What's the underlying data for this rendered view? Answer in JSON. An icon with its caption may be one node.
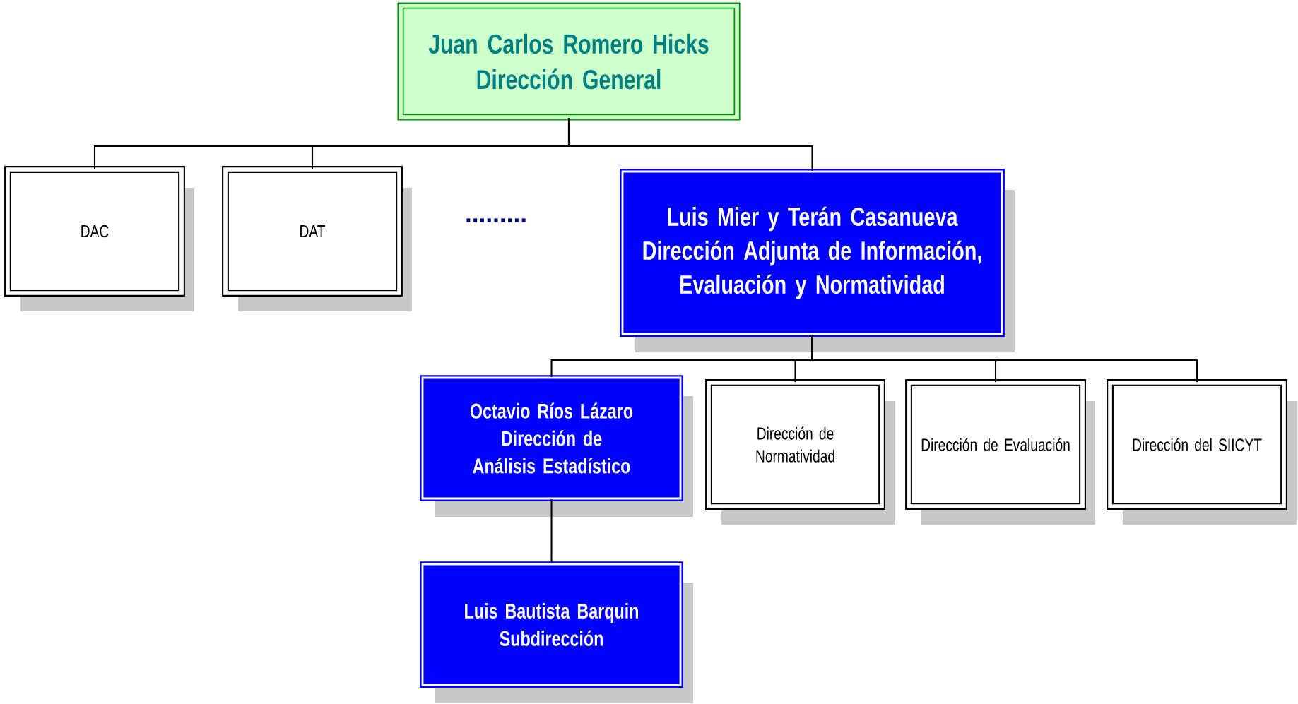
{
  "diagram": {
    "nodes": [
      {
        "text": [
          "Juan Carlos Romero Hicks",
          "Dirección General"
        ]
      },
      {
        "text": [
          "DAC"
        ]
      },
      {
        "text": [
          "DAT"
        ]
      },
      {
        "text": [
          "Luis Mier y Terán Casanueva",
          "Dirección Adjunta de Información, Evaluación y Normatividad"
        ]
      },
      {
        "text": [
          "Octavio Ríos Lázaro",
          "Dirección de Análisis Estadístico"
        ]
      },
      {
        "text": [
          "Dirección de Normatividad"
        ]
      },
      {
        "text": [
          "Dirección de Evaluación"
        ]
      },
      {
        "text": [
          "Dirección del SIICYT"
        ]
      },
      {
        "text": [
          "Luis Bautista Barquin",
          "Subdirección"
        ]
      }
    ],
    "edges": [
      {
        "from": 0,
        "to": 1,
        "arrow": "none"
      },
      {
        "from": 0,
        "to": 2,
        "arrow": "none"
      },
      {
        "from": 0,
        "to": 3,
        "arrow": "none"
      },
      {
        "from": 3,
        "to": 4,
        "arrow": "none"
      },
      {
        "from": 3,
        "to": 5,
        "arrow": "none"
      },
      {
        "from": 3,
        "to": 6,
        "arrow": "none"
      },
      {
        "from": 3,
        "to": 7,
        "arrow": "none"
      },
      {
        "from": 4,
        "to": 8,
        "arrow": "none"
      }
    ],
    "labels": [
      "........."
    ]
  }
}
